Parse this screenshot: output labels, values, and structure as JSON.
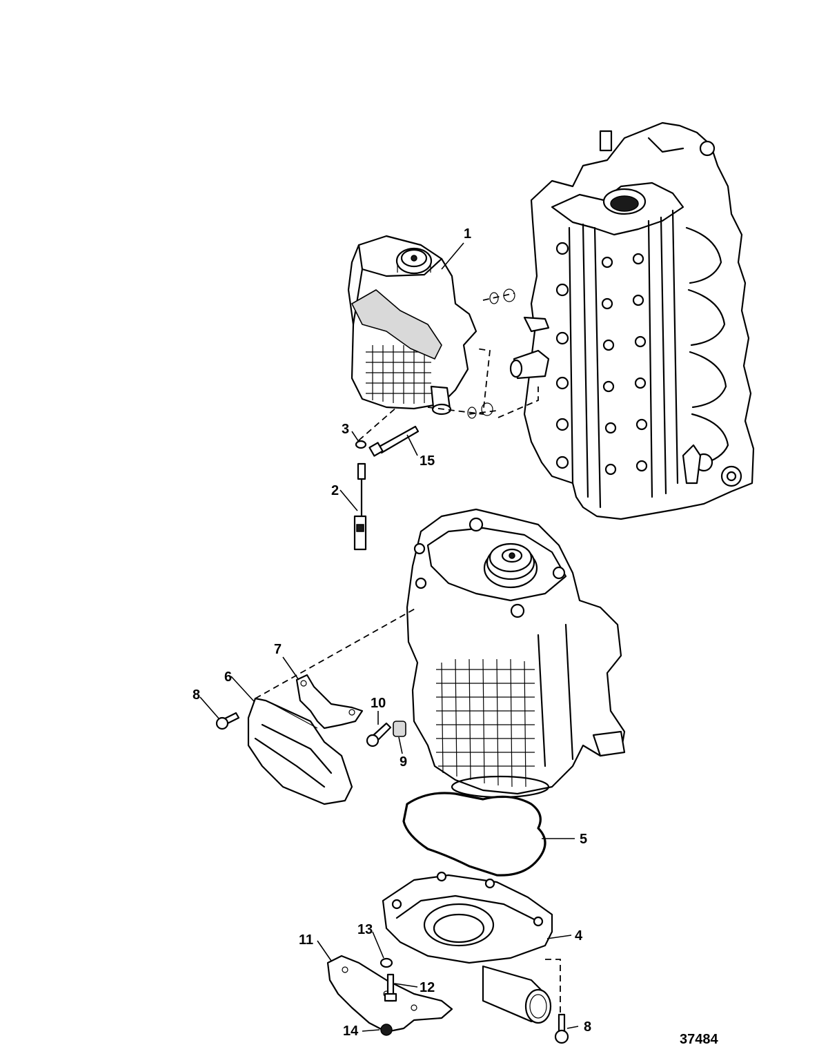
{
  "figure_number": "37484",
  "callouts": [
    {
      "id": "c1",
      "label": "1"
    },
    {
      "id": "c2",
      "label": "2"
    },
    {
      "id": "c3",
      "label": "3"
    },
    {
      "id": "c4",
      "label": "4"
    },
    {
      "id": "c5",
      "label": "5"
    },
    {
      "id": "c6",
      "label": "6"
    },
    {
      "id": "c7",
      "label": "7"
    },
    {
      "id": "c8a",
      "label": "8"
    },
    {
      "id": "c8b",
      "label": "8"
    },
    {
      "id": "c9",
      "label": "9"
    },
    {
      "id": "c10",
      "label": "10"
    },
    {
      "id": "c11",
      "label": "11"
    },
    {
      "id": "c12",
      "label": "12"
    },
    {
      "id": "c13",
      "label": "13"
    },
    {
      "id": "c14",
      "label": "14"
    },
    {
      "id": "c15",
      "label": "15"
    }
  ]
}
